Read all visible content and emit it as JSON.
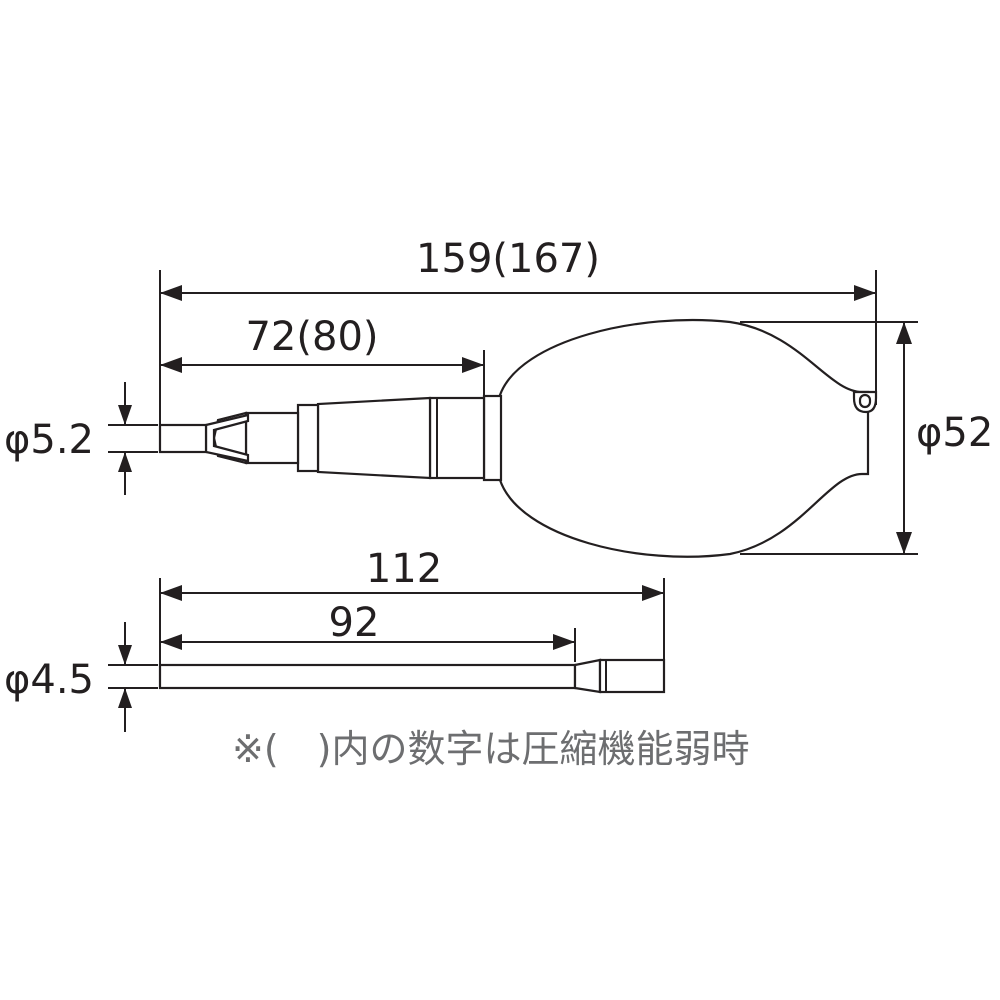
{
  "dimensions": {
    "overall_length": "159(167)",
    "nozzle_length": "72(80)",
    "tip_diameter": "φ5.2",
    "bulb_diameter": "φ52",
    "tube_total_length": "112",
    "tube_length": "92",
    "tube_diameter": "φ4.5"
  },
  "note": "※(　)内の数字は圧縮機能弱時",
  "colors": {
    "line": "#231f20",
    "note": "#6d6e70",
    "background": "#ffffff"
  }
}
